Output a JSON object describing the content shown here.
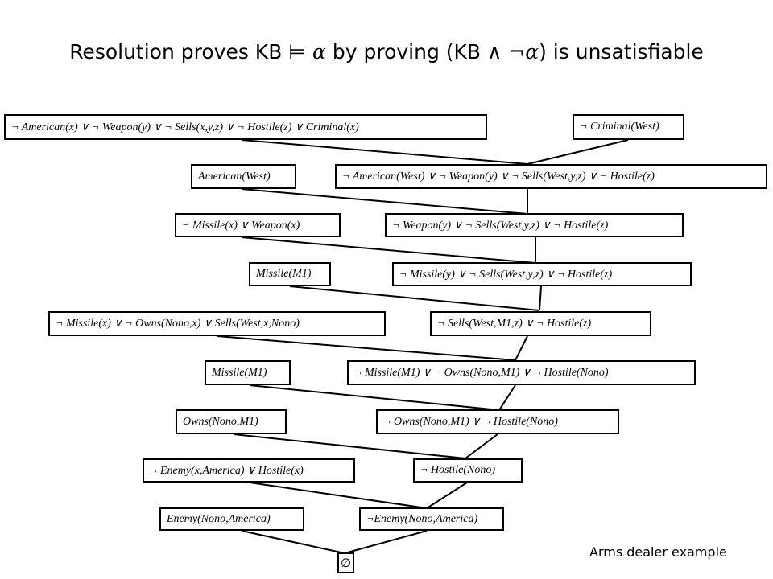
{
  "title": {
    "part1": "Resolution proves KB ⊨ ",
    "alpha1": "α",
    "part2": " by proving (KB ∧ ¬",
    "alpha2": "α",
    "part3": ") is unsatisfiable"
  },
  "caption": "Arms dealer example",
  "clauses": {
    "c01": "¬ American(x)   ∨ ¬ Weapon(y)   ∨ ¬ Sells(x,y,z)   ∨ ¬ Hostile(z)   ∨ Criminal(x)",
    "c02": "¬ Criminal(West)",
    "c03": "American(West)",
    "c04": "¬ American(West)   ∨ ¬ Weapon(y)   ∨ ¬ Sells(West,y,z)   ∨ ¬ Hostile(z)",
    "c05": "¬ Missile(x)   ∨ Weapon(x)",
    "c06": "¬ Weapon(y)   ∨ ¬ Sells(West,y,z)   ∨ ¬ Hostile(z)",
    "c07": "Missile(M1)",
    "c08": "¬ Missile(y)   ∨ ¬ Sells(West,y,z)   ∨ ¬ Hostile(z)",
    "c09": "¬ Missile(x)   ∨ ¬ Owns(Nono,x)   ∨ Sells(West,x,Nono)",
    "c10": "¬ Sells(West,M1,z)   ∨ ¬ Hostile(z)",
    "c11": "Missile(M1)",
    "c12": "¬ Missile(M1)   ∨ ¬ Owns(Nono,M1)   ∨ ¬ Hostile(Nono)",
    "c13": "Owns(Nono,M1)",
    "c14": "¬ Owns(Nono,M1)   ∨ ¬ Hostile(Nono)",
    "c15": "¬ Enemy(x,America)   ∨ Hostile(x)",
    "c16": "¬ Hostile(Nono)",
    "c17": "Enemy(Nono,America)",
    "c18": "¬Enemy(Nono,America)",
    "c19": "∅"
  }
}
